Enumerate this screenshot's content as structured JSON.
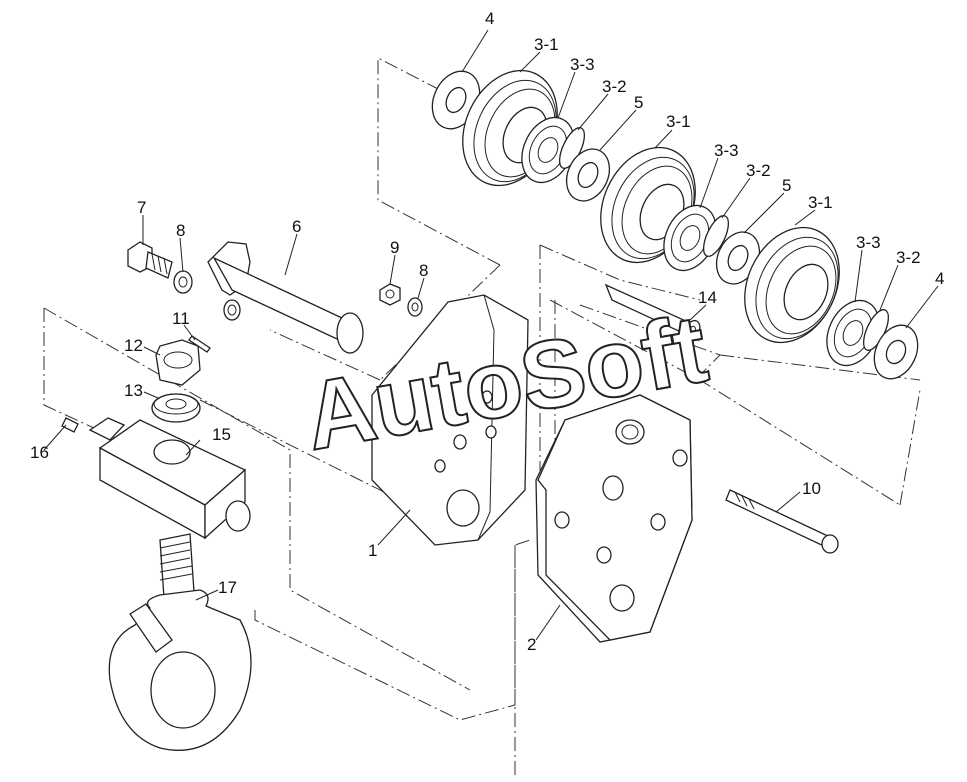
{
  "watermark": "AutoSoft",
  "labels": {
    "l_4a": "4",
    "l_31a": "3-1",
    "l_33a": "3-3",
    "l_32a": "3-2",
    "l_5a": "5",
    "l_31b": "3-1",
    "l_33b": "3-3",
    "l_32b": "3-2",
    "l_5b": "5",
    "l_31c": "3-1",
    "l_33c": "3-3",
    "l_32c": "3-2",
    "l_4b": "4",
    "l_7": "7",
    "l_8a": "8",
    "l_6": "6",
    "l_9": "9",
    "l_8b": "8",
    "l_14": "14",
    "l_11": "11",
    "l_12": "12",
    "l_13": "13",
    "l_15": "15",
    "l_16": "16",
    "l_1": "1",
    "l_10": "10",
    "l_17": "17",
    "l_2": "2"
  }
}
